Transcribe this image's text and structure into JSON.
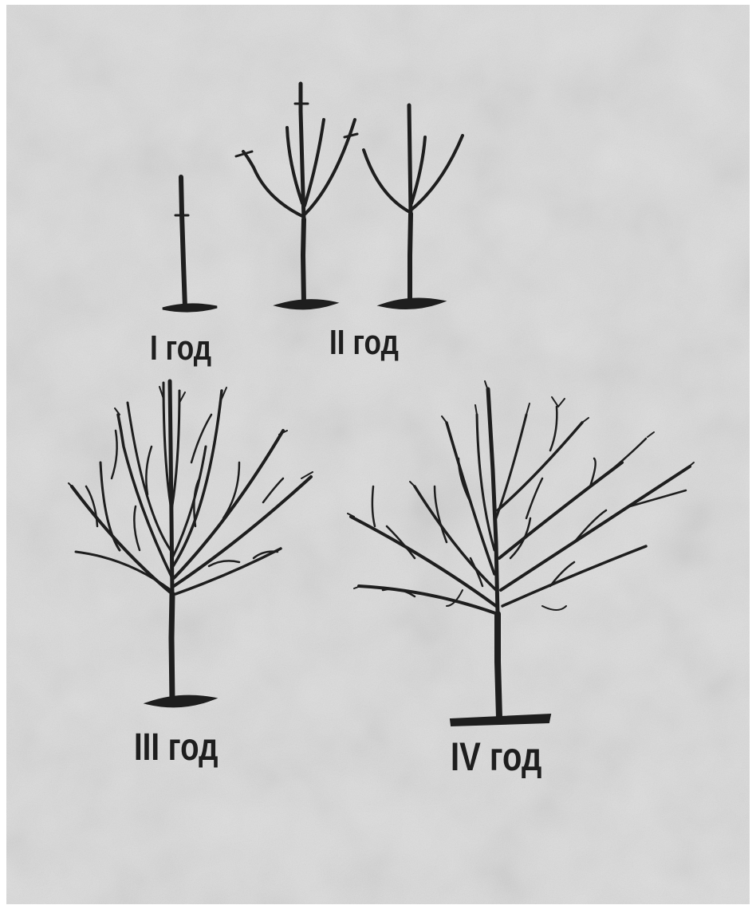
{
  "stages": [
    {
      "label": "I год"
    },
    {
      "label": "II год"
    },
    {
      "label": "III год"
    },
    {
      "label": "IV год"
    }
  ],
  "colors": {
    "paper": "#dcdcdc",
    "ink": "#1e1e1e",
    "border": "#ffffff"
  }
}
